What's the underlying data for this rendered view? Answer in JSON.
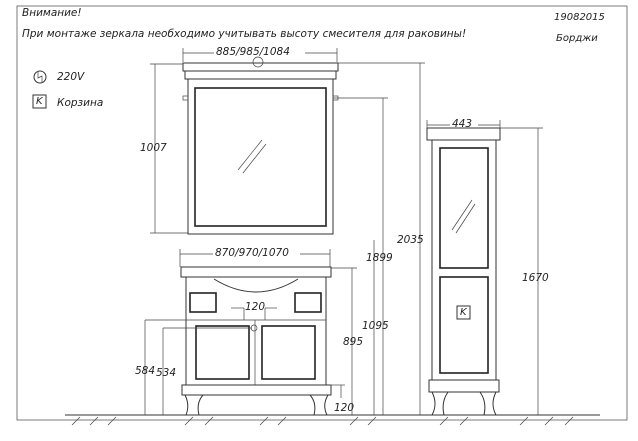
{
  "header": {
    "warning_title": "Внимание!",
    "warning_text": "При монтаже зеркала необходимо учитывать высоту смесителя для раковины!",
    "code": "19082015",
    "model": "Борджи"
  },
  "legend": {
    "power_label": "220V",
    "basket_symbol": "K",
    "basket_label": "Корзина"
  },
  "dimensions": {
    "mirror_width": "885/985/1084",
    "mirror_height": "1007",
    "total_height": "2035",
    "mirror_hook_height": "1899",
    "mixer_height": "1095",
    "sink_height": "895",
    "leg_height": "120",
    "sink_width": "870/970/1070",
    "mixer_spacing": "120",
    "drain_height_1": "584",
    "drain_height_2": "534",
    "column_width": "443",
    "column_height": "1670"
  },
  "column": {
    "basket_symbol": "K"
  }
}
